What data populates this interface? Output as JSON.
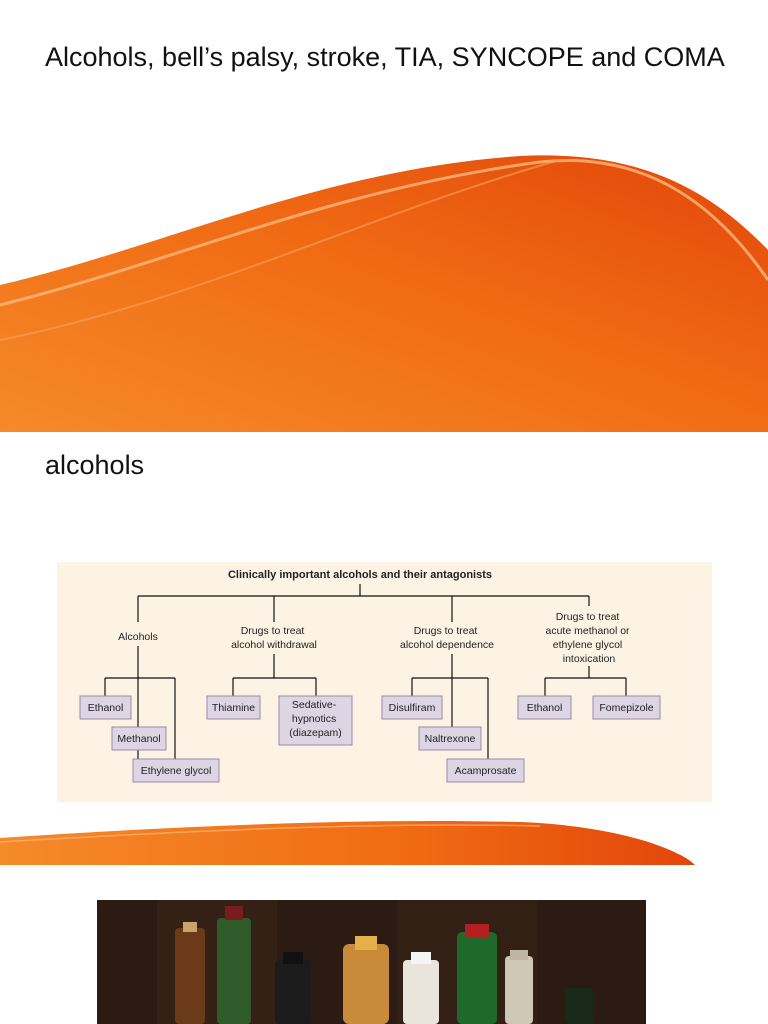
{
  "slide1": {
    "title": "Alcohols, bell’s palsy, stroke, TIA, SYNCOPE and COMA",
    "accent_colors": [
      "#f47b20",
      "#e8480c",
      "#fbb87a"
    ]
  },
  "slide2": {
    "title": "alcohols",
    "diagram": {
      "title": "Clinically important alcohols and their antagonists",
      "groups": [
        {
          "label_lines": [
            "Alcohols"
          ],
          "items": [
            "Ethanol",
            "Methanol",
            "Ethylene glycol"
          ]
        },
        {
          "label_lines": [
            "Drugs to treat",
            "alcohol withdrawal"
          ],
          "items": [
            "Thiamine",
            [
              "Sedative-",
              "hypnotics",
              "(diazepam)"
            ]
          ]
        },
        {
          "label_lines": [
            "Drugs to treat",
            "alcohol dependence"
          ],
          "items": [
            "Disulfiram",
            "Naltrexone",
            "Acamprosate"
          ]
        },
        {
          "label_lines": [
            "Drugs to treat",
            "acute methanol or",
            "ethylene glycol",
            "intoxication"
          ],
          "items": [
            "Ethanol",
            "Fomepizole"
          ]
        }
      ]
    }
  },
  "slide3": {
    "photo": {
      "subject": "liquor-bottles"
    }
  }
}
